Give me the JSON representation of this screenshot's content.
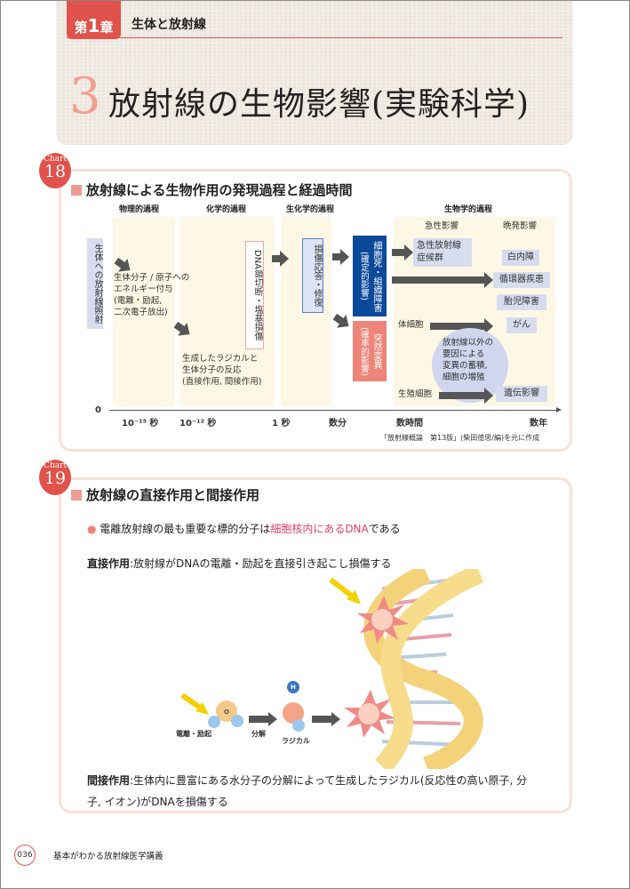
{
  "header": {
    "chapter_prefix": "第",
    "chapter_num": "1",
    "chapter_suffix": "章",
    "chapter_name": "生体と放射線",
    "section_num": "3",
    "section_title": "放射線の生物影響(実験科学)"
  },
  "chart18": {
    "badge_label": "Chart",
    "badge_num": "18",
    "title": "放射線による生物作用の発現過程と経過時間",
    "phases": [
      "物理的過程",
      "化学的過程",
      "生化学的過程",
      "生物学的過程"
    ],
    "sub_phases": [
      "急性影響",
      "晩発影響"
    ],
    "irradiation": "生体への放射線照射",
    "physical_text": [
      "生体分子 / 原子への",
      "エネルギー付与",
      "(電離・励起,",
      "二次電子放出)"
    ],
    "chemical_text": [
      "生成したラジカルと",
      "生体分子の反応",
      "(直接作用, 間接作用)"
    ],
    "dna_damage": "DNA鎖切断・塩基損傷",
    "repair": "損傷応答・修復",
    "cell_death": "細胞死・組織障害",
    "deterministic": "(確定的影響)",
    "mutation": "突然変異",
    "stochastic": "(確率的影響)",
    "acute": [
      "急性放射線",
      "症候群"
    ],
    "late": [
      "白内障",
      "循環器疾患",
      "胎児障害",
      "がん",
      "遺伝影響"
    ],
    "somatic": "体細胞",
    "germ": "生殖細胞",
    "circle": [
      "放射線以外の",
      "要因による",
      "変異の蓄積,",
      "細胞の増殖"
    ],
    "axis_zero": "0",
    "ticks": [
      "10⁻¹⁵ 秒",
      "10⁻¹² 秒",
      "1 秒",
      "数分",
      "数時間",
      "数年"
    ],
    "source": "「放射線概論　第13版」(柴田徳思/編)を元に作成"
  },
  "chart19": {
    "badge_label": "Chart",
    "badge_num": "19",
    "title": "放射線の直接作用と間接作用",
    "bullet_pre": "電離放射線の最も重要な標的分子は",
    "bullet_hl": "細胞核内にあるDNA",
    "bullet_post": "である",
    "direct_label": "直接作用",
    "direct_text": ":放射線がDNAの電離・励起を直接引き起こし損傷する",
    "ionize": "電離・励起",
    "decompose": "分解",
    "radical": "ラジカル",
    "atom_o": "O",
    "atom_h": "H",
    "indirect_label": "間接作用",
    "indirect_text1": ":生体内に豊富にある水分子の分解によって生成したラジカル(反応性の高い原子, 分",
    "indirect_text2": "子, イオン)がDNAを損傷する"
  },
  "footer": {
    "page": "036",
    "book": "基本がわかる放射線医学講義"
  },
  "colors": {
    "accent": "#e0524a",
    "navy": "#0b4a9a",
    "salmon": "#ef857a",
    "lavender": "#d7ddef"
  }
}
